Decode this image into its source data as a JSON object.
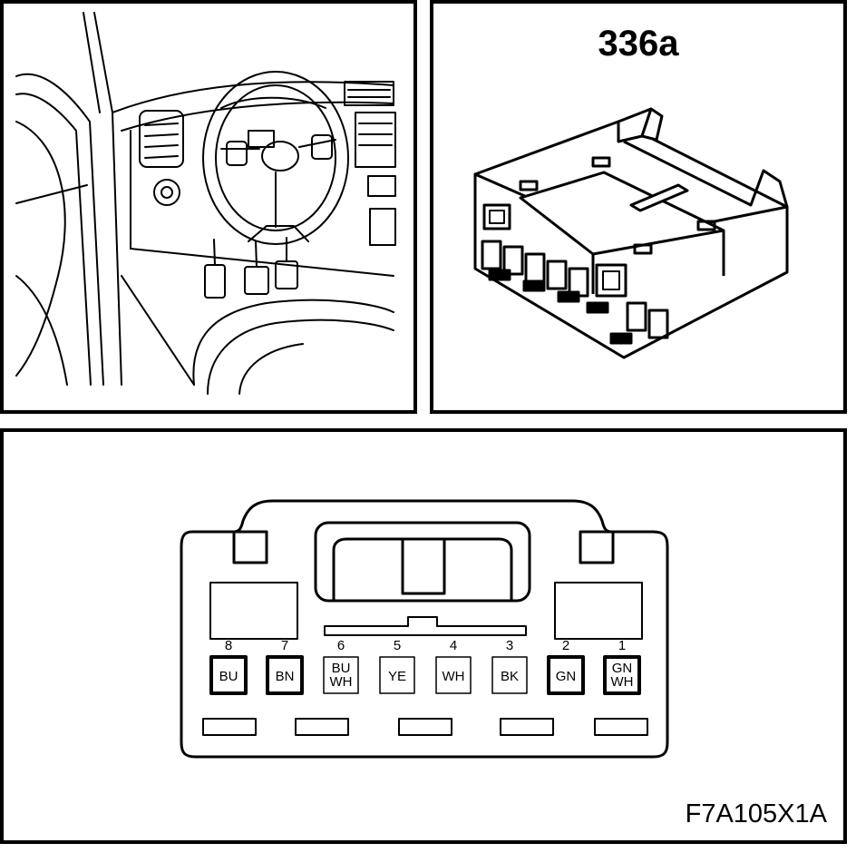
{
  "connector": {
    "id": "336a",
    "figure_code": "F7A105X1A"
  },
  "pins": [
    {
      "number": "8",
      "color_lines": [
        "BU"
      ],
      "bold": true
    },
    {
      "number": "7",
      "color_lines": [
        "BN"
      ],
      "bold": true
    },
    {
      "number": "6",
      "color_lines": [
        "BU",
        "WH"
      ],
      "bold": false
    },
    {
      "number": "5",
      "color_lines": [
        "YE"
      ],
      "bold": false
    },
    {
      "number": "4",
      "color_lines": [
        "WH"
      ],
      "bold": false
    },
    {
      "number": "3",
      "color_lines": [
        "BK"
      ],
      "bold": false
    },
    {
      "number": "2",
      "color_lines": [
        "GN"
      ],
      "bold": true
    },
    {
      "number": "1",
      "color_lines": [
        "GN",
        "WH"
      ],
      "bold": true
    }
  ]
}
